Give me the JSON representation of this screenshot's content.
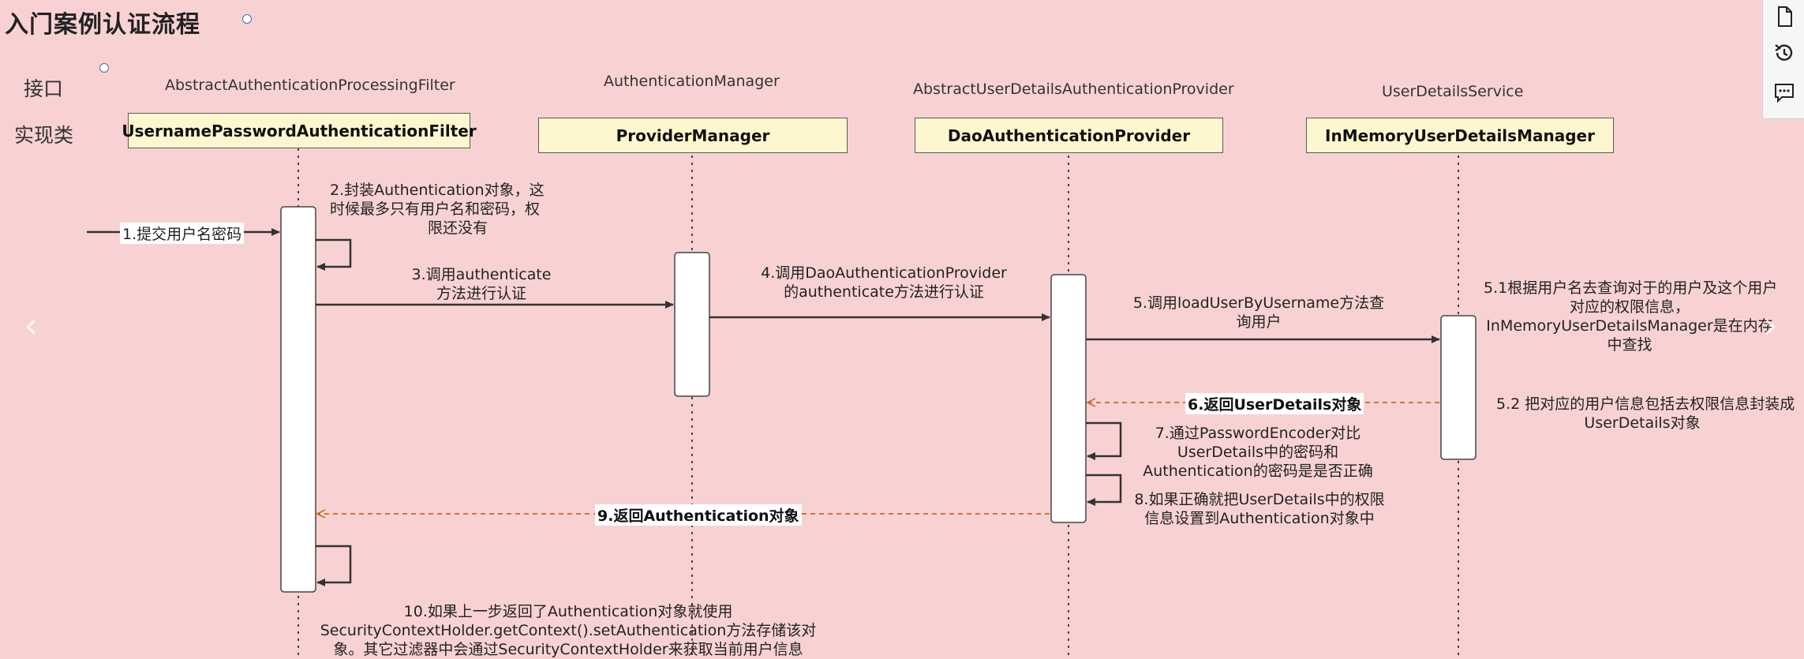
{
  "title": "入门案例认证流程",
  "row_labels": {
    "interface": "接口",
    "impl": "实现类"
  },
  "participants": [
    {
      "interface": "AbstractAuthenticationProcessingFilter",
      "impl": "UsernamePasswordAuthenticationFilter"
    },
    {
      "interface": "AuthenticationManager",
      "impl": "ProviderManager"
    },
    {
      "interface": "AbstractUserDetailsAuthenticationProvider",
      "impl": "DaoAuthenticationProvider"
    },
    {
      "interface": "UserDetailsService",
      "impl": "InMemoryUserDetailsManager"
    }
  ],
  "messages": {
    "m1": "1.提交用户名密码",
    "m2": [
      "2.封装Authentication对象，这",
      "时候最多只有用户名和密码，权",
      "限还没有"
    ],
    "m3": [
      "3.调用authenticate",
      "方法进行认证"
    ],
    "m4": [
      "4.调用DaoAuthenticationProvider",
      "的authenticate方法进行认证"
    ],
    "m5": [
      "5.调用loadUserByUsername方法查",
      "询用户"
    ],
    "m51": [
      "5.1根据用户名去查询对于的用户及这个用户",
      "对应的权限信息，",
      "InMemoryUserDetailsManager是在内存",
      "中查找"
    ],
    "m52": [
      "5.2 把对应的用户信息包括去权限信息封装成",
      "UserDetails对象"
    ],
    "m6": "6.返回UserDetails对象",
    "m7": [
      "7.通过PasswordEncoder对比",
      "UserDetails中的密码和",
      "Authentication的密码是是否正确"
    ],
    "m8": [
      "8.如果正确就把UserDetails中的权限",
      "信息设置到Authentication对象中"
    ],
    "m9": "9.返回Authentication对象",
    "m10": [
      "10.如果上一步返回了Authentication对象就使用",
      "SecurityContextHolder.getContext().setAuthentication方法存储该对",
      "象。其它过滤器中会通过SecurityContextHolder来获取当前用户信息"
    ]
  },
  "colors": {
    "background": "#f8d2d3",
    "box_fill": "#fdf7cf",
    "return_arrow": "#c56b1e",
    "call_arrow": "#333333"
  },
  "icons": [
    "document-icon",
    "history-icon",
    "comment-icon",
    "prev-arrow-icon",
    "next-arrow-icon"
  ]
}
